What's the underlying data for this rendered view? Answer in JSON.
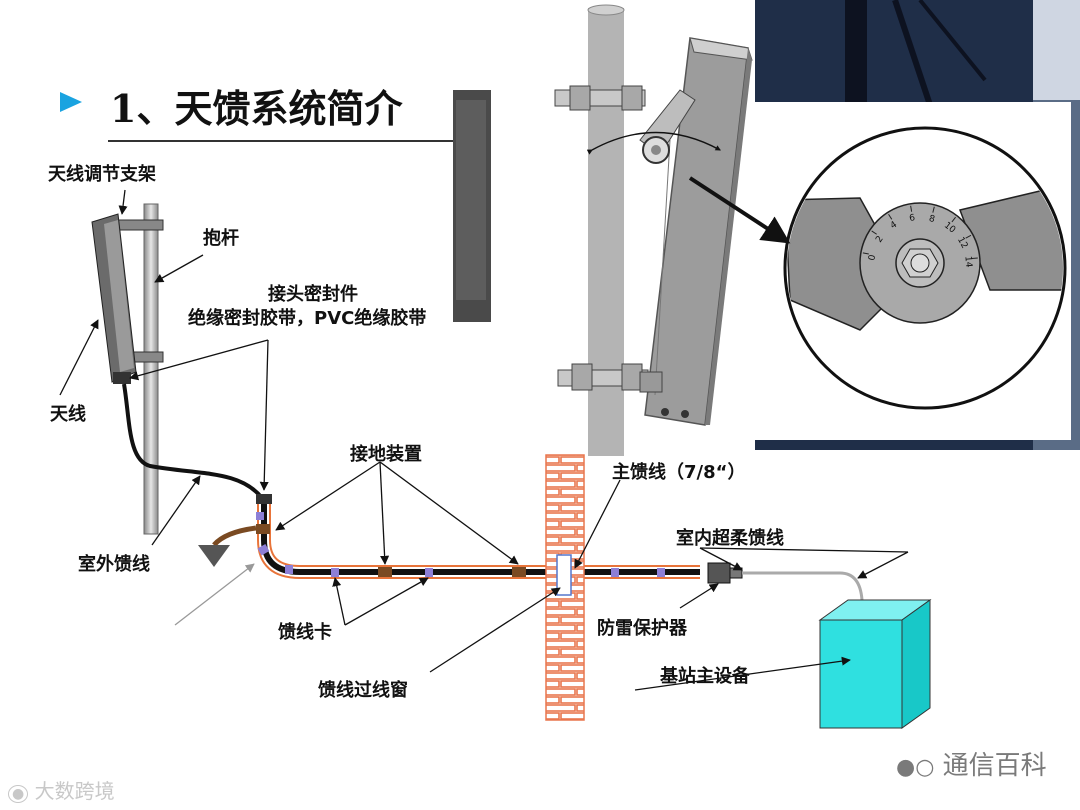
{
  "title": "1、天馈系统简介",
  "labels": {
    "bracket": "天线调节支架",
    "pole": "抱杆",
    "seal": "接头密封件",
    "tape": "绝缘密封胶带，PVC绝缘胶带",
    "antenna": "天线",
    "grounding": "接地装置",
    "main_feeder": "主馈线（7/8“）",
    "indoor_jumper": "室内超柔馈线",
    "outdoor_feeder": "室外馈线",
    "feeder_clamp": "馈线卡",
    "lightning": "防雷保护器",
    "bts": "基站主设备",
    "window": "馈线过线窗"
  },
  "dial_ticks": [
    "0",
    "2",
    "4",
    "6",
    "8",
    "10",
    "12",
    "14"
  ],
  "watermarks": {
    "left": "大数跨境",
    "right": "通信百科"
  },
  "colors": {
    "accent": "#1aa3e0",
    "feeder_jacket": "#e8743a",
    "clamp": "#8d7fd6",
    "grounding": "#7a4a22",
    "wall": "#e9774e",
    "equipment": "#2fe0e0"
  },
  "icons": [
    "bullet-arrow-icon",
    "ground-symbol-icon",
    "wechat-icon"
  ]
}
